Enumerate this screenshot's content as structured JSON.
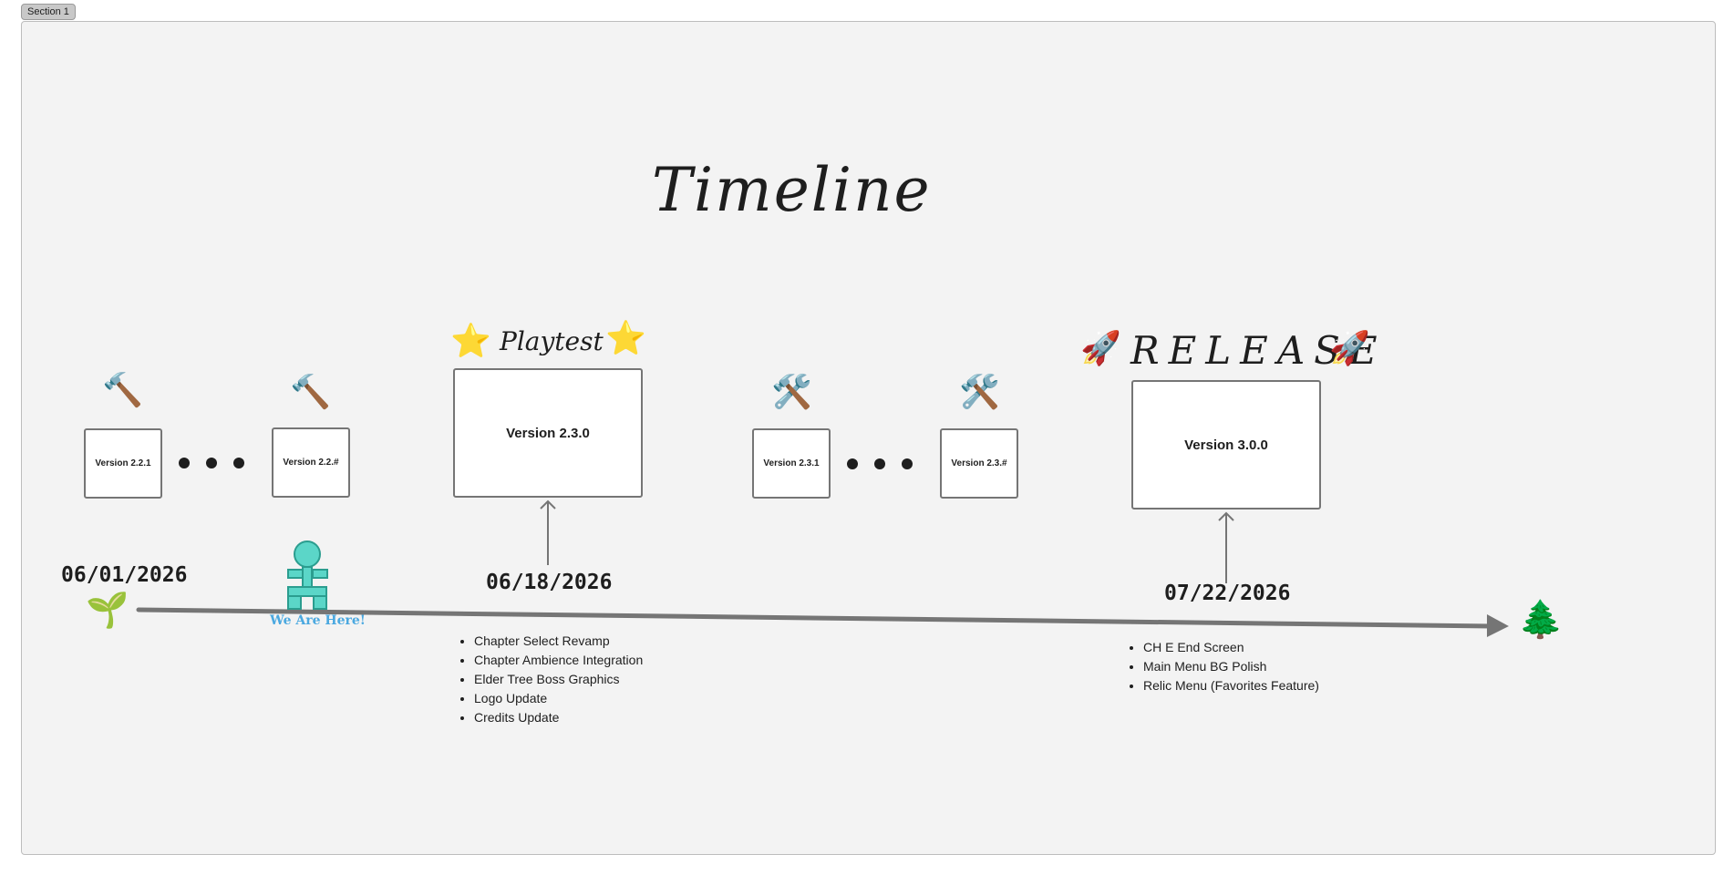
{
  "section": {
    "label": "Section 1"
  },
  "title": "Timeline",
  "banners": {
    "playtest": "Playtest",
    "release": "RELEASE"
  },
  "icons": {
    "hammer": "🔨",
    "tools": "🛠️",
    "star": "⭐",
    "rocket": "🚀",
    "seedling": "🌱",
    "tree": "🌲"
  },
  "versions": {
    "v221": "Version 2.2.1",
    "v22x": "Version 2.2.#",
    "v230": "Version 2.3.0",
    "v231": "Version 2.3.1",
    "v23x": "Version 2.3.#",
    "v300": "Version 3.0.0"
  },
  "dates": {
    "start": "06/01/2026",
    "playtest": "06/18/2026",
    "release": "07/22/2026"
  },
  "marker": {
    "label": "We Are Here!",
    "color": "#5bd6c8"
  },
  "playtest_notes": [
    "Chapter Select Revamp",
    "Chapter Ambience Integration",
    "Elder Tree Boss Graphics",
    "Logo Update",
    "Credits Update"
  ],
  "release_notes": [
    "CH E End Screen",
    "Main Menu BG Polish",
    "Relic Menu (Favorites Feature)"
  ],
  "colors": {
    "line": "#757575",
    "box_border": "#757575",
    "background": "#f3f3f3"
  }
}
